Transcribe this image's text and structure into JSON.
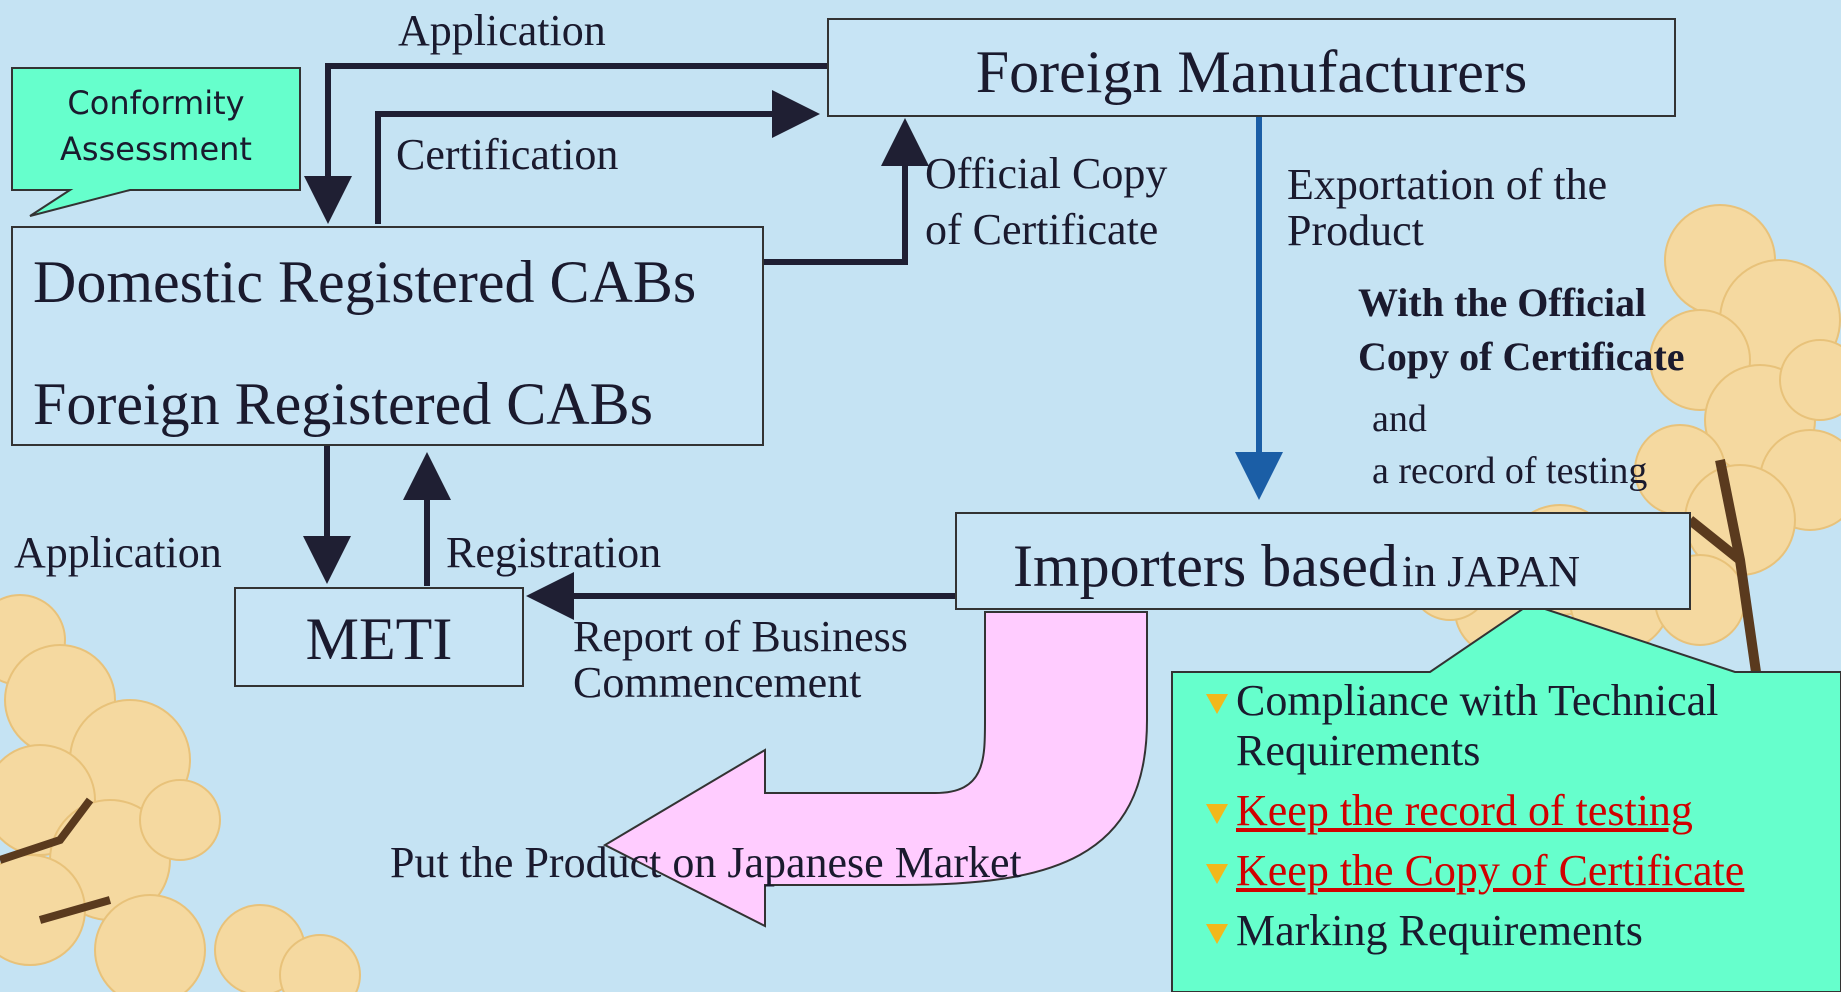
{
  "colors": {
    "background": "#c5e3f3",
    "box_fill": "#c7e4f5",
    "arrow_dark": "#1f1f33",
    "arrow_blue": "#1b5ea6",
    "market_arrow": "#ffccff",
    "bubble_green": "#66ffcc",
    "triangle_bullet": "#f3b81c",
    "highlight_red": "#d10000",
    "blossom": "#f5d9a0"
  },
  "bubbles": {
    "conformity": {
      "line1": "Conformity",
      "line2": "Assessment"
    }
  },
  "nodes": {
    "foreign_manufacturers": "Foreign Manufacturers",
    "domestic_cabs": "Domestic Registered CABs",
    "foreign_cabs": "Foreign Registered CABs",
    "meti": "METI",
    "importers_main": "Importers based",
    "importers_suffix": "in JAPAN"
  },
  "edge_labels": {
    "application_top": "Application",
    "certification": "Certification",
    "official_copy_1": "Official Copy",
    "official_copy_2": "of Certificate",
    "export_1": "Exportation of the",
    "export_2": "Product",
    "with_official_1": "With the Official",
    "with_official_2": "Copy of Certificate",
    "and": "and",
    "record_testing": "a record of  testing",
    "application_bottom": "Application",
    "registration": "Registration",
    "report_1": "Report of Business",
    "report_2": "Commencement",
    "market": "Put the Product on Japanese Market"
  },
  "requirements": [
    {
      "line1": "Compliance with Technical",
      "line2": "Requirements",
      "highlight": false
    },
    {
      "line1": "Keep the record of testing",
      "line2": "",
      "highlight": true
    },
    {
      "line1": "Keep the Copy of Certificate",
      "line2": "",
      "highlight": true
    },
    {
      "line1": "Marking Requirements",
      "line2": "",
      "highlight": false
    }
  ]
}
